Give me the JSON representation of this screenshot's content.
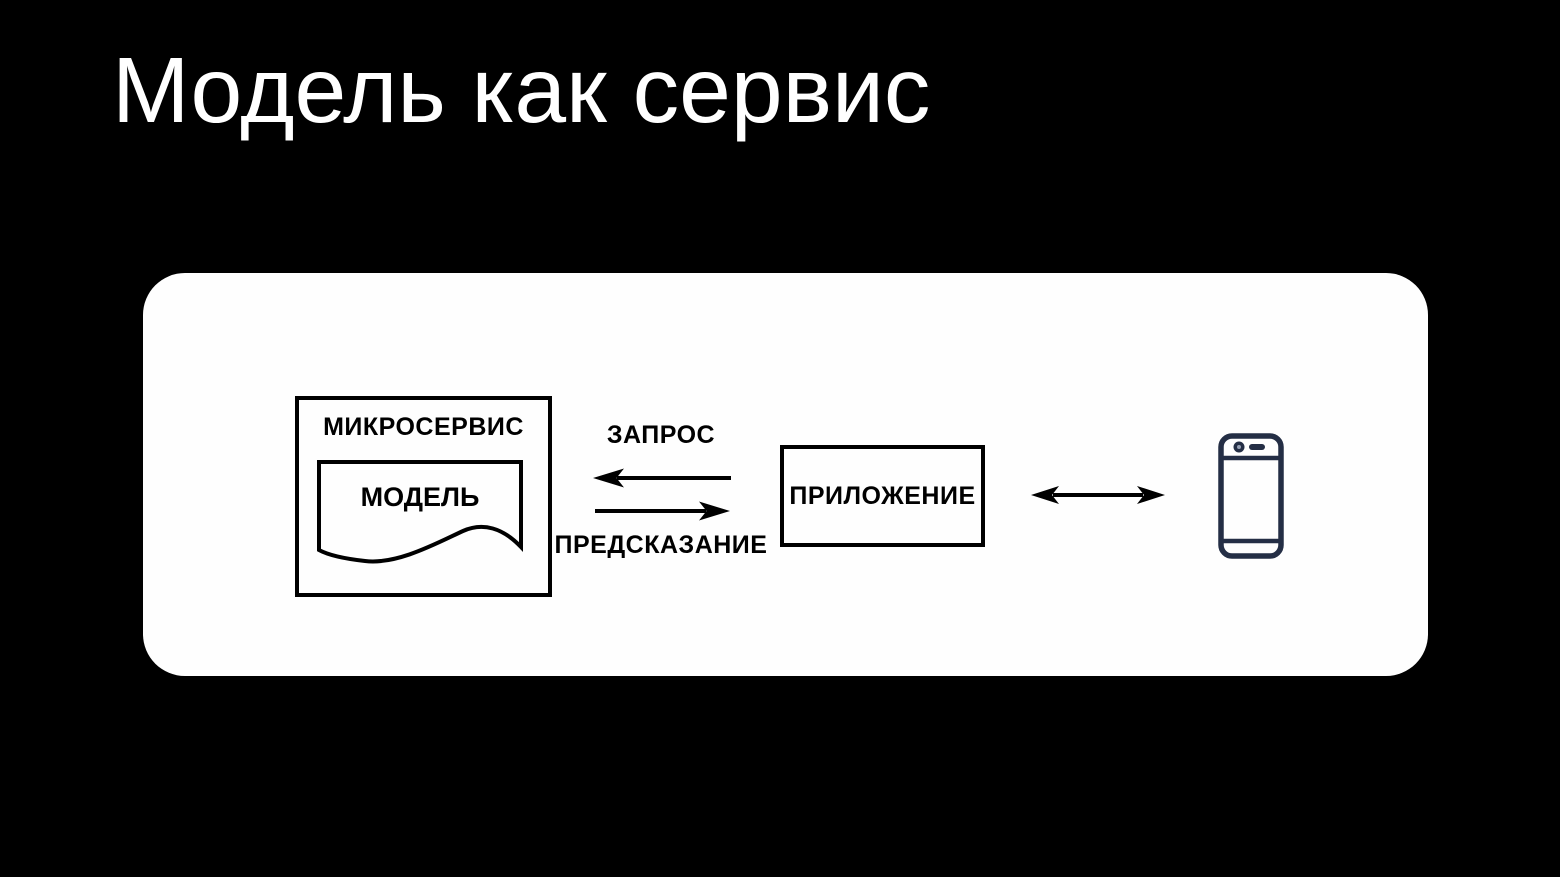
{
  "slide": {
    "title": "Модель как сервис",
    "background": "#000000"
  },
  "card": {
    "background": "#fefefe"
  },
  "diagram": {
    "microservice": {
      "label": "МИКРОСЕРВИС"
    },
    "model": {
      "label": "МОДЕЛЬ",
      "shape": "document"
    },
    "arrows": {
      "request_label": "ЗАПРОС",
      "request_direction": "left",
      "prediction_label": "ПРЕДСКАЗАНИЕ",
      "prediction_direction": "right",
      "app_device_direction": "bidirectional"
    },
    "application": {
      "label": "ПРИЛОЖЕНИЕ"
    },
    "device": {
      "icon": "smartphone"
    },
    "colors": {
      "stroke": "#000000",
      "phone": "#242e45",
      "phone_camera_dot": "#97a1b4"
    }
  }
}
